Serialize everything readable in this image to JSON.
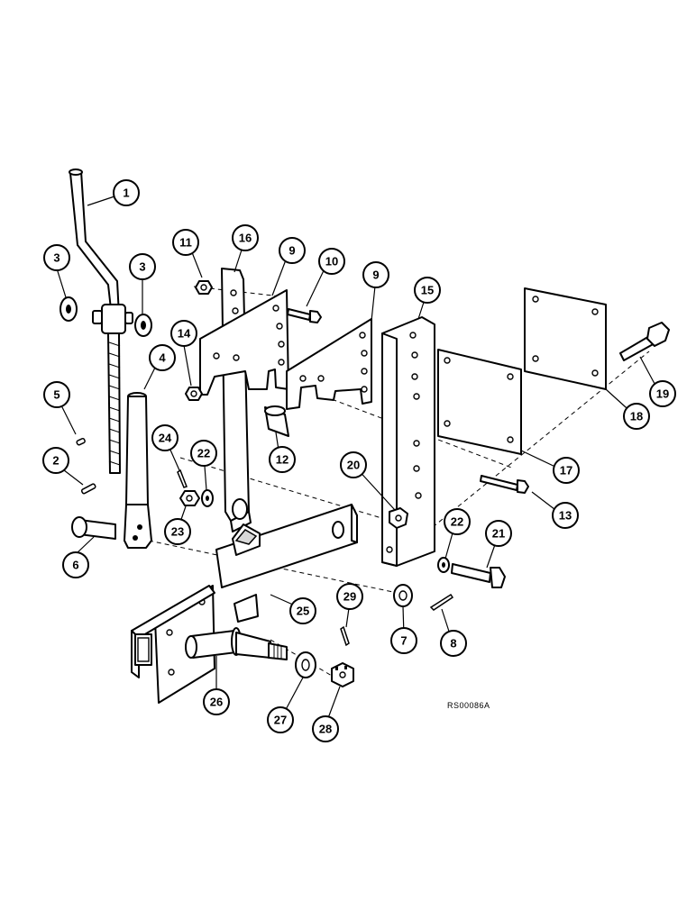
{
  "callouts": [
    "1",
    "2",
    "3",
    "4",
    "5",
    "6",
    "7",
    "8",
    "9",
    "10",
    "11",
    "12",
    "13",
    "14",
    "15",
    "16",
    "17",
    "18",
    "19",
    "20",
    "21",
    "22",
    "23",
    "24",
    "25",
    "26",
    "27",
    "28",
    "29"
  ],
  "ref_code": "RS00086A"
}
